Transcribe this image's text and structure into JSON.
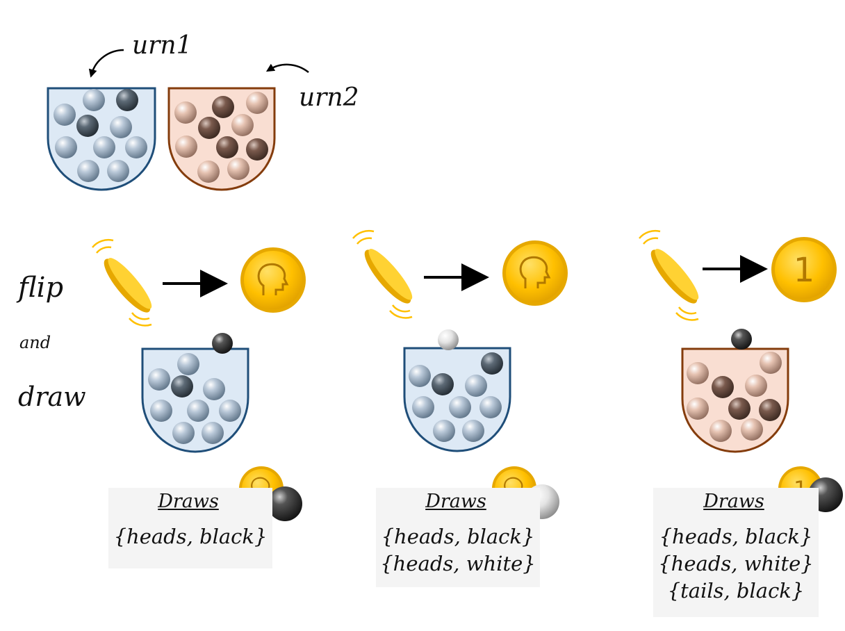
{
  "labels": {
    "urn1": "urn1",
    "urn2": "urn2",
    "flip": "flip",
    "and": "and",
    "draw": "draw"
  },
  "coin_tails_glyph": "1",
  "colors": {
    "blue_urn_fill": "#dde9f5",
    "blue_urn_stroke": "#1f4e79",
    "brown_urn_fill": "#f9ded2",
    "brown_urn_stroke": "#843c0c",
    "coin_gold": "#ffc000",
    "coin_rim": "#e6a800",
    "arrow": "#000000"
  },
  "panels": [
    {
      "outcome": "heads",
      "ball": "black",
      "urn": "urn1",
      "draws_title": "Draws",
      "draws": [
        "{heads, black}"
      ]
    },
    {
      "outcome": "heads",
      "ball": "white",
      "urn": "urn1",
      "draws_title": "Draws",
      "draws": [
        "{heads, black}",
        "{heads, white}"
      ]
    },
    {
      "outcome": "tails",
      "ball": "black",
      "urn": "urn2",
      "draws_title": "Draws",
      "draws": [
        "{heads, black}",
        "{heads, white}",
        "{tails, black}"
      ]
    }
  ]
}
